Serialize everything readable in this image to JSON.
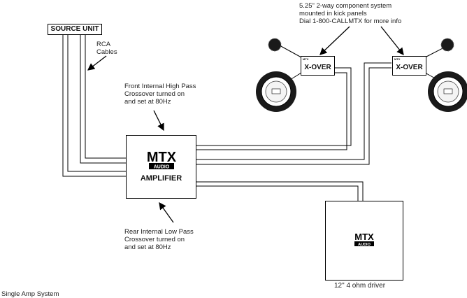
{
  "diagram": {
    "source_unit": "SOURCE UNIT",
    "rca_label": "RCA\nCables",
    "front_note": "Front Internal High Pass\nCrossover turned on\nand set at 80Hz",
    "rear_note": "Rear Internal Low Pass\nCrossover turned on\nand set at 80Hz",
    "component_note": "5.25\" 2-way component system\nmounted in kick panels\nDial 1-800-CALLMTX for more info",
    "amp_logo": "MTX",
    "amp_logo_sub": "AUDIO",
    "amp_name": "AMPLIFIER",
    "xover_label": "X-OVER",
    "xover_mini_logo": "MTX",
    "sub_logo": "MTX",
    "sub_logo_sub": "AUDIO",
    "sub_driver_label": "12\" 4 ohm driver",
    "caption": "Single Amp System"
  },
  "colors": {
    "line": "#000000",
    "cone_dark": "#222222",
    "cone_light": "#f2f2f2"
  }
}
